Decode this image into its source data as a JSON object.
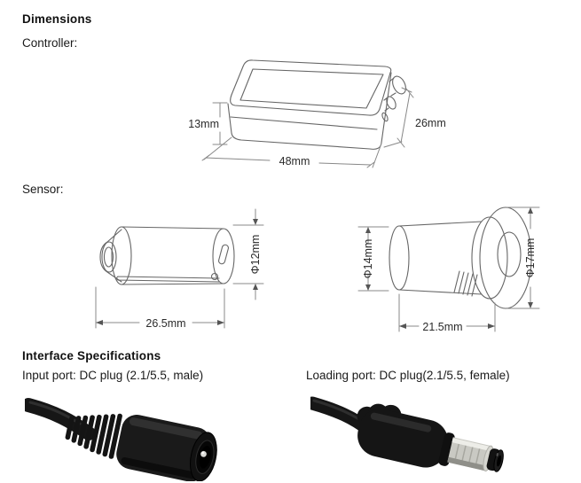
{
  "page": {
    "background": "#ffffff"
  },
  "sections": {
    "dimensions": {
      "heading": "Dimensions",
      "controller_label": "Controller:",
      "sensor_label": "Sensor:"
    },
    "interface": {
      "heading": "Interface Specifications",
      "input_port_label": "Input port: DC plug (2.1/5.5, male)",
      "loading_port_label": "Loading port: DC plug(2.1/5.5, female)"
    }
  },
  "drawings": {
    "controller": {
      "height": "13mm",
      "width": "48mm",
      "depth": "26mm"
    },
    "sensor_bullet": {
      "diameter": "Φ12mm",
      "length": "26.5mm"
    },
    "sensor_recessed": {
      "body_diameter": "Φ14mm",
      "flange_diameter": "Φ17mm",
      "length": "21.5mm"
    }
  },
  "photos": {
    "female_plug": "dc-plug-female-photo",
    "male_plug": "dc-plug-male-photo"
  },
  "colors": {
    "drawing_line": "#666666",
    "dimension_line": "#888888",
    "dimension_text": "#2b2b2b",
    "plug_black": "#161616",
    "plug_metal": "#c9c9c3"
  }
}
